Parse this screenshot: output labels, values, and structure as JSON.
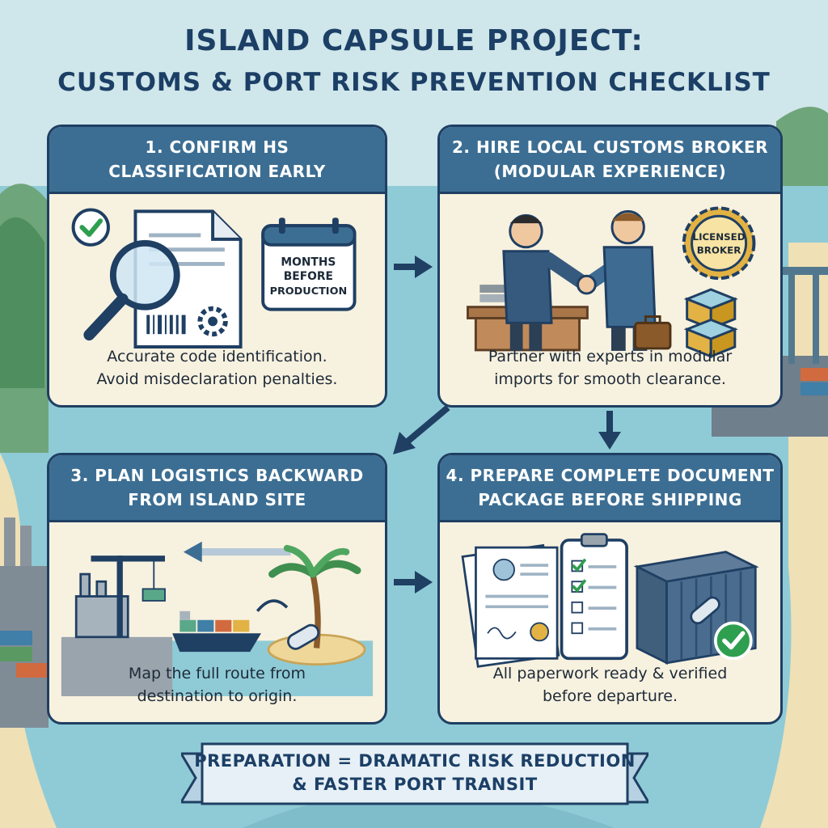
{
  "title": {
    "line1": "ISLAND CAPSULE PROJECT:",
    "line2": "CUSTOMS & PORT RISK PREVENTION CHECKLIST"
  },
  "steps": [
    {
      "heading_line1": "1. CONFIRM HS",
      "heading_line2": "CLASSIFICATION EARLY",
      "caption_line1": "Accurate code identification.",
      "caption_line2": "Avoid misdeclaration penalties.",
      "calendar_text": [
        "MONTHS",
        "BEFORE",
        "PRODUCTION"
      ]
    },
    {
      "heading_line1": "2. HIRE LOCAL CUSTOMS BROKER",
      "heading_line2": "(MODULAR EXPERIENCE)",
      "caption_line1": "Partner with experts in modular",
      "caption_line2": "imports for smooth clearance.",
      "badge_text": [
        "LICENSED",
        "BROKER"
      ]
    },
    {
      "heading_line1": "3. PLAN LOGISTICS BACKWARD",
      "heading_line2": "FROM ISLAND SITE",
      "caption_line1": "Map the full route from",
      "caption_line2": "destination to origin."
    },
    {
      "heading_line1": "4. PREPARE COMPLETE DOCUMENT",
      "heading_line2": "PACKAGE BEFORE SHIPPING",
      "caption_line1": "All paperwork ready & verified",
      "caption_line2": "before departure."
    }
  ],
  "banner": {
    "line1": "PREPARATION = DRAMATIC RISK REDUCTION",
    "line2": "& FASTER PORT TRANSIT"
  },
  "icons": {
    "step1": [
      "check-circle-icon",
      "document-icon",
      "magnifier-icon",
      "barcode-icon",
      "gear-icon",
      "calendar-icon"
    ],
    "step2": [
      "handshake-icon",
      "desk-icon",
      "briefcase-icon",
      "licensed-badge-icon",
      "module-box-icon"
    ],
    "step3": [
      "port-crane-icon",
      "factory-icon",
      "cargo-ship-icon",
      "island-palm-icon",
      "capsule-icon",
      "backward-arrow-icon"
    ],
    "step4": [
      "certificate-icon",
      "clipboard-checklist-icon",
      "shipping-container-icon",
      "check-circle-icon"
    ]
  },
  "colors": {
    "navy": "#1f3f63",
    "header_blue": "#3c6e93",
    "panel_cream": "#f7f1df",
    "check_green": "#2e9e4f",
    "sea": "#7fc3cf"
  }
}
